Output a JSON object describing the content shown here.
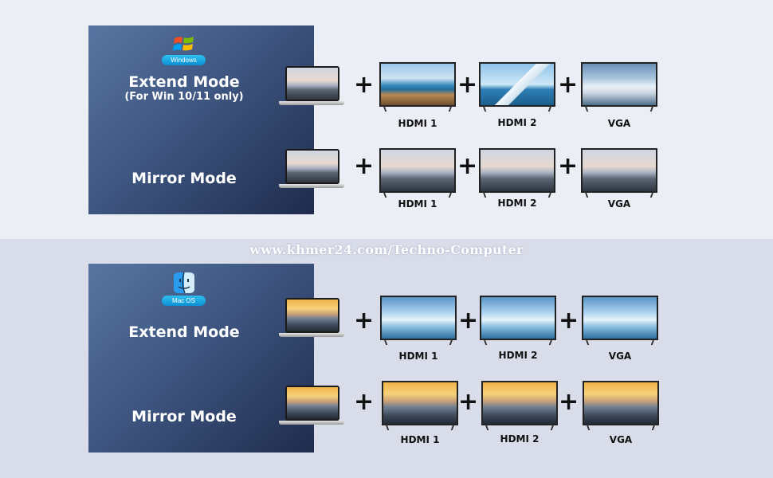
{
  "watermark": "www.khmer24.com/Techno-Computer",
  "windows": {
    "os_badge": "Windows",
    "extend_title": "Extend Mode",
    "extend_sub": "(For Win 10/11 only)",
    "mirror_title": "Mirror Mode",
    "extend_ports": [
      "HDMI 1",
      "HDMI 2",
      "VGA"
    ],
    "mirror_ports": [
      "HDMI 1",
      "HDMI 2",
      "VGA"
    ]
  },
  "mac": {
    "os_badge": "Mac OS",
    "extend_title": "Extend Mode",
    "mirror_title": "Mirror Mode",
    "extend_ports": [
      "HDMI 1",
      "HDMI 2",
      "VGA"
    ],
    "mirror_ports": [
      "HDMI 1",
      "HDMI 2",
      "VGA"
    ]
  },
  "plus_sign": "+",
  "icons": [
    "windows-logo-icon",
    "finder-icon",
    "laptop-icon",
    "tv-monitor-icon",
    "plus-icon"
  ]
}
